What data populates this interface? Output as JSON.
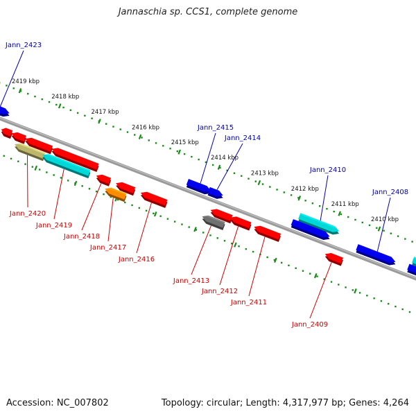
{
  "title": "Jannaschia sp. CCS1, complete genome",
  "footer": {
    "accession": "Accession: NC_007802",
    "summary": "Topology: circular; Length: 4,317,977 bp; Genes: 4,264"
  },
  "colors": {
    "backbone": "#808080",
    "ruler": "#1a8a1a",
    "forward_label": "#0000aa",
    "reverse_label": "#cc0000",
    "red_gene": "#ff0000",
    "blue_gene": "#0000ee",
    "cyan_gene": "#00d8d8",
    "khaki_gene": "#bdb76b",
    "orange_gene": "#ff8c00",
    "gray_gene": "#707070"
  },
  "kbp_ticks": [
    {
      "label": "2419 kbp",
      "t": 0.032
    },
    {
      "label": "2418 kbp",
      "t": 0.125
    },
    {
      "label": "2417 kbp",
      "t": 0.218
    },
    {
      "label": "2416 kbp",
      "t": 0.313
    },
    {
      "label": "2415 kbp",
      "t": 0.405
    },
    {
      "label": "2414 kbp",
      "t": 0.498
    },
    {
      "label": "2413 kbp",
      "t": 0.592
    },
    {
      "label": "2412 kbp",
      "t": 0.686
    },
    {
      "label": "2411 kbp",
      "t": 0.78
    },
    {
      "label": "2410 kbp",
      "t": 0.873
    }
  ],
  "genes": [
    {
      "name": "Jann_2423",
      "strand": "forward",
      "color": "blue_gene",
      "start": -0.02,
      "end": 0.028,
      "row": 1
    },
    {
      "name": "",
      "strand": "reverse",
      "color": "red_gene",
      "start": 0.024,
      "end": 0.048,
      "row": 1
    },
    {
      "name": "",
      "strand": "reverse",
      "color": "red_gene",
      "start": 0.048,
      "end": 0.08,
      "row": 1
    },
    {
      "name": "",
      "strand": "reverse",
      "color": "red_gene",
      "start": 0.08,
      "end": 0.142,
      "row": 1
    },
    {
      "name": "",
      "strand": "reverse",
      "color": "red_gene",
      "start": 0.142,
      "end": 0.25,
      "row": 1
    },
    {
      "name": "Jann_2420",
      "strand": "reverse",
      "color": "khaki_gene",
      "start": 0.063,
      "end": 0.132,
      "row": 2
    },
    {
      "name": "Jann_2419",
      "strand": "reverse",
      "color": "cyan_gene",
      "start": 0.128,
      "end": 0.238,
      "row": 2
    },
    {
      "name": "Jann_2418",
      "strand": "reverse",
      "color": "red_gene",
      "start": 0.254,
      "end": 0.286,
      "row": 2
    },
    {
      "name": "Jann_2417",
      "strand": "reverse",
      "color": "orange_gene",
      "start": 0.282,
      "end": 0.33,
      "row": 3
    },
    {
      "name": "",
      "strand": "reverse",
      "color": "red_gene",
      "start": 0.3,
      "end": 0.343,
      "row": 2
    },
    {
      "name": "Jann_2416",
      "strand": "reverse",
      "color": "red_gene",
      "start": 0.358,
      "end": 0.418,
      "row": 2
    },
    {
      "name": "Jann_2415",
      "strand": "forward",
      "color": "blue_gene",
      "start": 0.445,
      "end": 0.5,
      "row": 1
    },
    {
      "name": "Jann_2414",
      "strand": "forward",
      "color": "blue_gene",
      "start": 0.495,
      "end": 0.528,
      "row": 1
    },
    {
      "name": "",
      "strand": "reverse",
      "color": "red_gene",
      "start": 0.514,
      "end": 0.563,
      "row": 1
    },
    {
      "name": "Jann_2413",
      "strand": "reverse",
      "color": "gray_gene",
      "start": 0.502,
      "end": 0.553,
      "row": 2
    },
    {
      "name": "Jann_2412",
      "strand": "reverse",
      "color": "red_gene",
      "start": 0.56,
      "end": 0.607,
      "row": 1
    },
    {
      "name": "Jann_2411",
      "strand": "reverse",
      "color": "red_gene",
      "start": 0.616,
      "end": 0.676,
      "row": 1
    },
    {
      "name": "Jann_2410",
      "strand": "forward",
      "color": "cyan_gene",
      "start": 0.7,
      "end": 0.793,
      "row": 2
    },
    {
      "name": "",
      "strand": "forward",
      "color": "blue_gene",
      "start": 0.69,
      "end": 0.778,
      "row": 1
    },
    {
      "name": "Jann_2409",
      "strand": "reverse",
      "color": "red_gene",
      "start": 0.782,
      "end": 0.822,
      "row": 1
    },
    {
      "name": "Jann_2408",
      "strand": "forward",
      "color": "blue_gene",
      "start": 0.842,
      "end": 0.932,
      "row": 1
    },
    {
      "name": "",
      "strand": "forward",
      "color": "blue_gene",
      "start": 0.962,
      "end": 1.02,
      "row": 1
    },
    {
      "name": "",
      "strand": "forward",
      "color": "cyan_gene",
      "start": 0.966,
      "end": 1.02,
      "row": 2
    }
  ]
}
